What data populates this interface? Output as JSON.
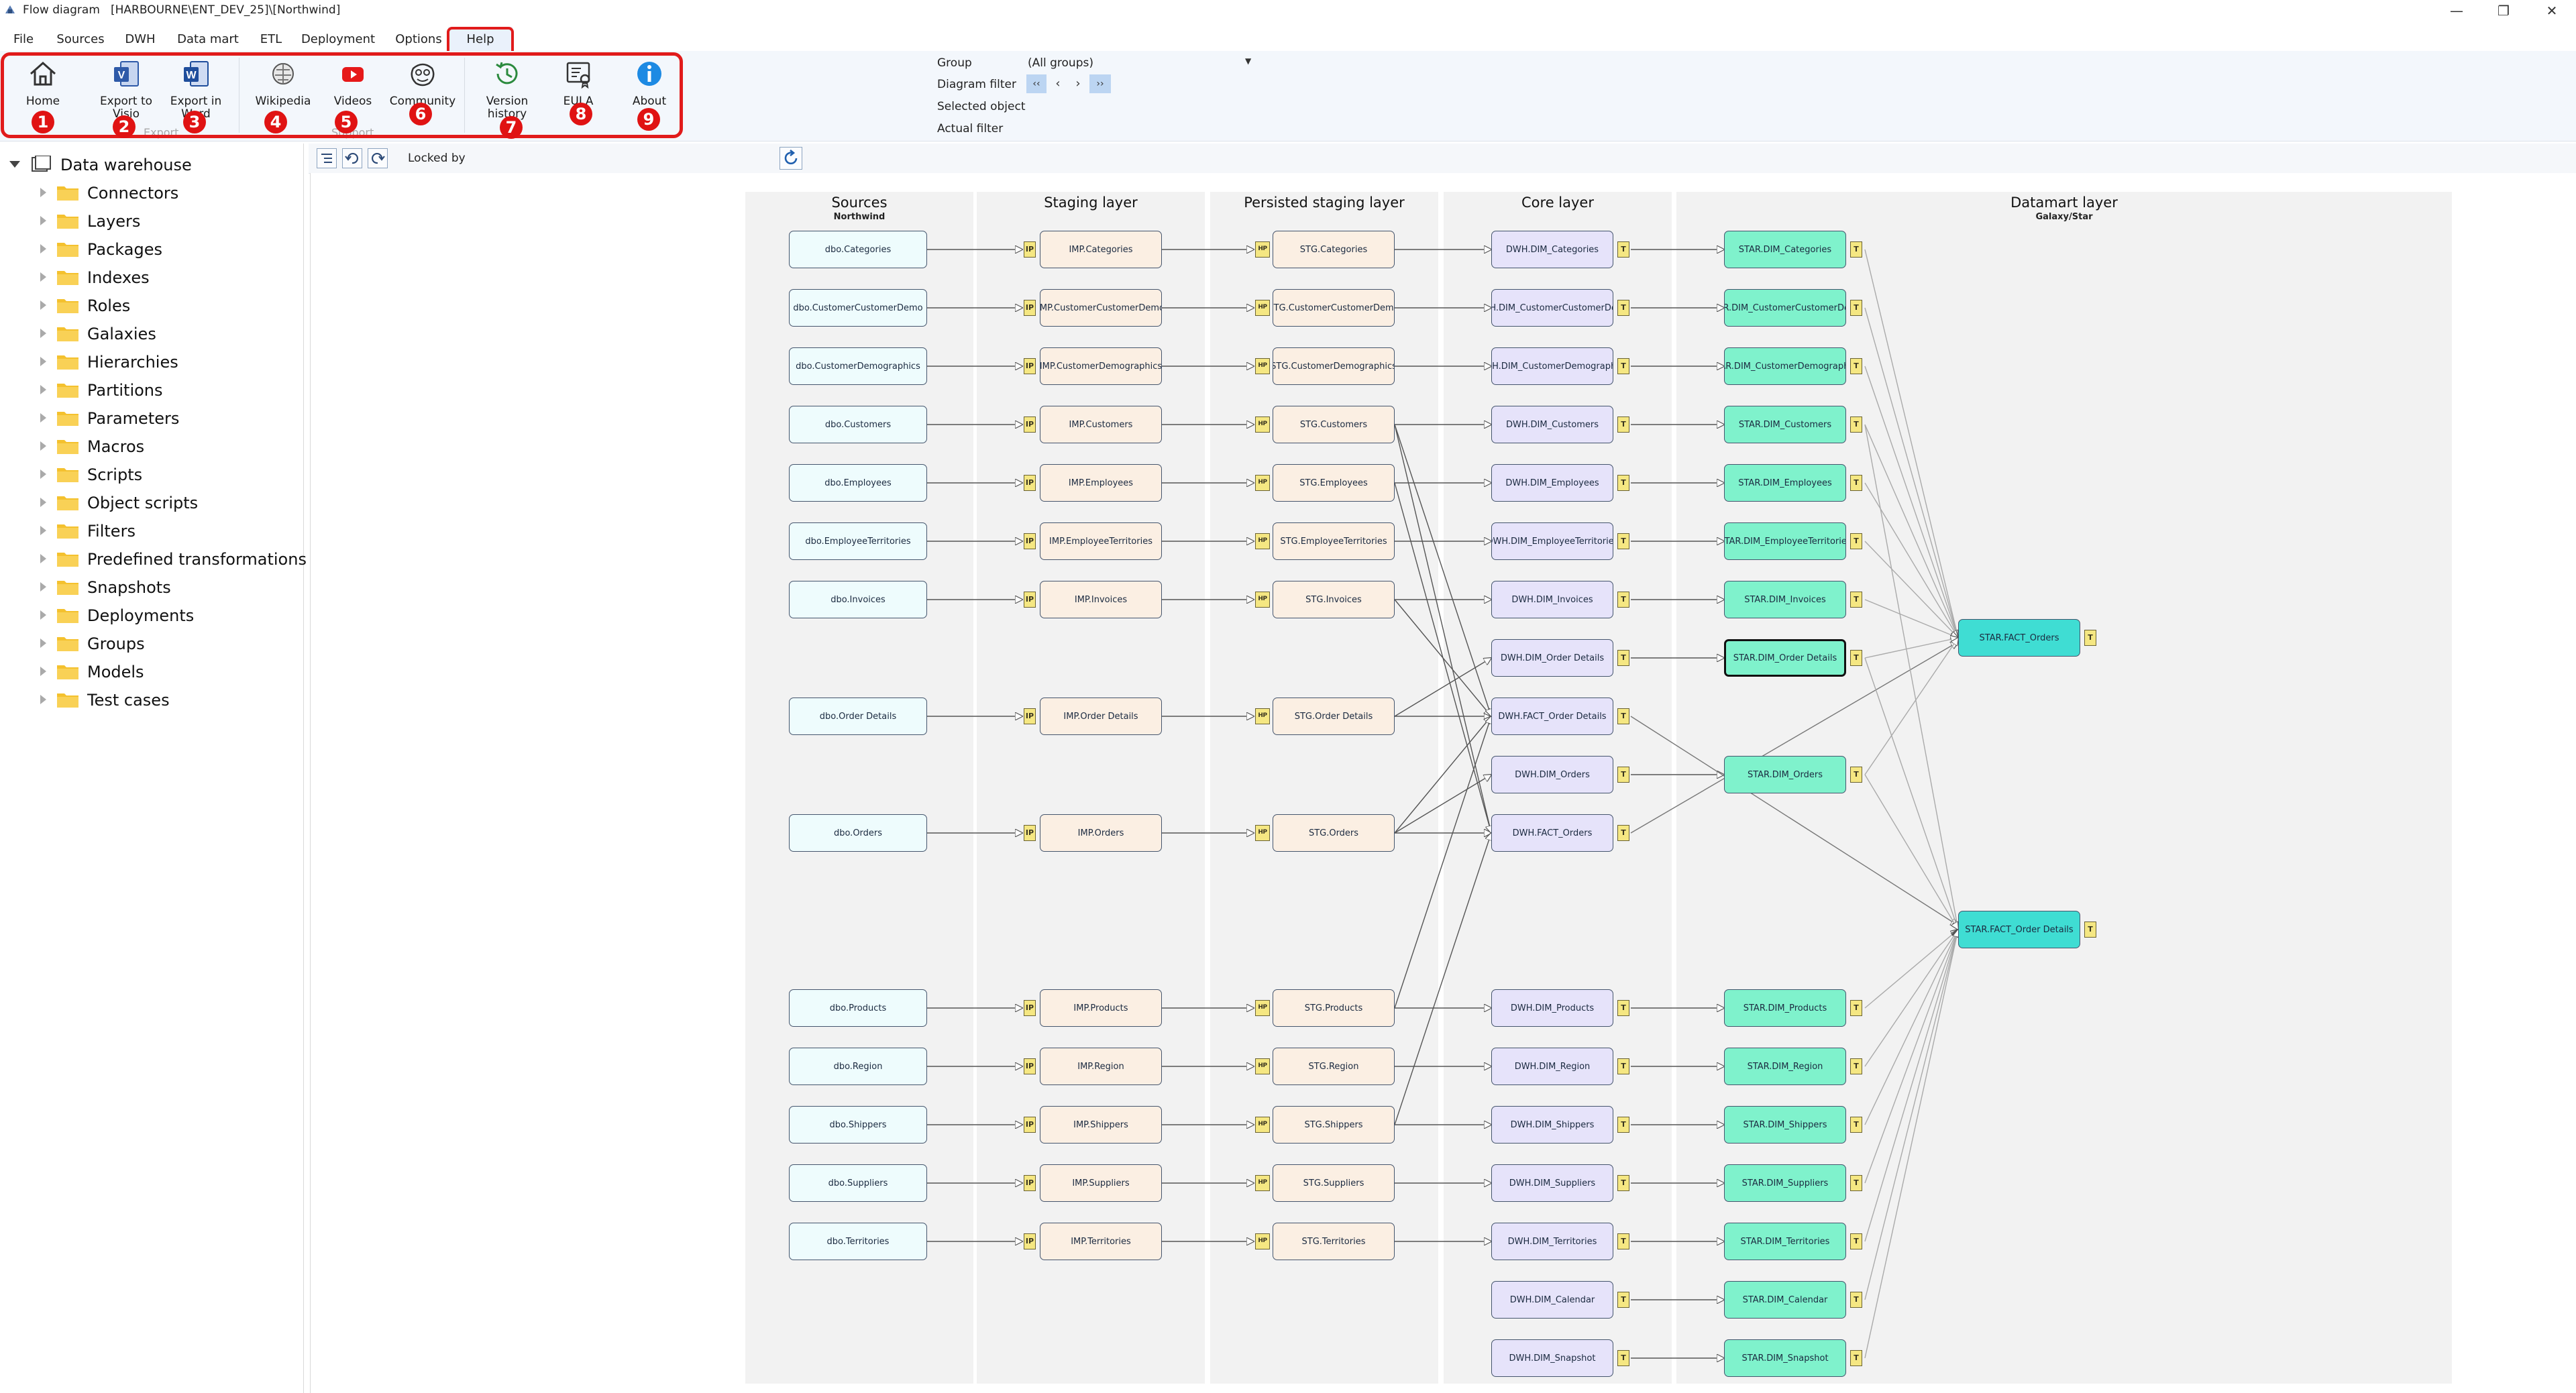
{
  "window": {
    "app_title": "Flow diagram",
    "path": "[HARBOURNE\\ENT_DEV_25]\\[Northwind]",
    "controls": [
      "—",
      "❐",
      "✕"
    ]
  },
  "menu": {
    "items": [
      "File",
      "Sources",
      "DWH",
      "Data mart",
      "ETL",
      "Deployment",
      "Options",
      "Help"
    ],
    "active": "Help"
  },
  "ribbon": {
    "buttons": [
      {
        "id": "home",
        "label": "Home",
        "badge": "1",
        "icon": "home-icon"
      },
      {
        "id": "export-visio",
        "label": "Export to Visio",
        "badge": "2",
        "icon": "visio-icon"
      },
      {
        "id": "export-word",
        "label": "Export in Word",
        "badge": "3",
        "icon": "word-icon"
      },
      {
        "id": "wikipedia",
        "label": "Wikipedia",
        "badge": "4",
        "icon": "wikipedia-icon"
      },
      {
        "id": "videos",
        "label": "Videos",
        "badge": "5",
        "icon": "youtube-icon"
      },
      {
        "id": "community",
        "label": "Community",
        "badge": "6",
        "icon": "community-icon"
      },
      {
        "id": "version-history",
        "label": "Version history",
        "badge": "7",
        "icon": "history-icon"
      },
      {
        "id": "eula",
        "label": "EULA",
        "badge": "8",
        "icon": "eula-icon"
      },
      {
        "id": "about",
        "label": "About",
        "badge": "9",
        "icon": "info-icon"
      }
    ],
    "groups": {
      "export": "Export",
      "support": "Support"
    },
    "filters": {
      "group_label": "Group",
      "group_value": "(All groups)",
      "diagram_filter_label": "Diagram filter",
      "selected_object_label": "Selected object",
      "actual_filter_label": "Actual filter",
      "nav_buttons": [
        "‹‹",
        "‹",
        "›",
        "››"
      ]
    }
  },
  "tree": {
    "root": "Data warehouse",
    "items": [
      "Connectors",
      "Layers",
      "Packages",
      "Indexes",
      "Roles",
      "Galaxies",
      "Hierarchies",
      "Partitions",
      "Parameters",
      "Macros",
      "Scripts",
      "Object scripts",
      "Filters",
      "Predefined transformations",
      "Snapshots",
      "Deployments",
      "Groups",
      "Models",
      "Test cases"
    ]
  },
  "toolbar": {
    "locked_by_label": "Locked by"
  },
  "diagram": {
    "lanes": [
      {
        "title": "Sources",
        "subtitle": "Northwind"
      },
      {
        "title": "Staging layer",
        "subtitle": ""
      },
      {
        "title": "Persisted staging layer",
        "subtitle": ""
      },
      {
        "title": "Core layer",
        "subtitle": ""
      },
      {
        "title": "Datamart layer",
        "subtitle": "Galaxy/Star"
      }
    ],
    "rows": [
      {
        "src": "dbo.Categories",
        "imp": "IMP.Categories",
        "stg": "STG.Categories",
        "core": "DWH.DIM_Categories",
        "dm": "STAR.DIM_Categories"
      },
      {
        "src": "dbo.CustomerCustomerDemo",
        "imp": "IMP.CustomerCustomerDemo",
        "stg": "STG.CustomerCustomerDemo",
        "core": "DWH.DIM_CustomerCustomerDemo",
        "dm": "STAR.DIM_CustomerCustomerDemo"
      },
      {
        "src": "dbo.CustomerDemographics",
        "imp": "IMP.CustomerDemographics",
        "stg": "STG.CustomerDemographics",
        "core": "DWH.DIM_CustomerDemographics",
        "dm": "STAR.DIM_CustomerDemographics"
      },
      {
        "src": "dbo.Customers",
        "imp": "IMP.Customers",
        "stg": "STG.Customers",
        "core": "DWH.DIM_Customers",
        "dm": "STAR.DIM_Customers"
      },
      {
        "src": "dbo.Employees",
        "imp": "IMP.Employees",
        "stg": "STG.Employees",
        "core": "DWH.DIM_Employees",
        "dm": "STAR.DIM_Employees"
      },
      {
        "src": "dbo.EmployeeTerritories",
        "imp": "IMP.EmployeeTerritories",
        "stg": "STG.EmployeeTerritories",
        "core": "DWH.DIM_EmployeeTerritories",
        "dm": "STAR.DIM_EmployeeTerritories"
      },
      {
        "src": "dbo.Invoices",
        "imp": "IMP.Invoices",
        "stg": "STG.Invoices",
        "core": "DWH.DIM_Invoices",
        "dm": "STAR.DIM_Invoices"
      },
      {
        "src": "",
        "imp": "",
        "stg": "",
        "core": "DWH.DIM_Order Details",
        "dm": "STAR.DIM_Order Details"
      },
      {
        "src": "dbo.Order Details",
        "imp": "IMP.Order Details",
        "stg": "STG.Order Details",
        "core": "DWH.FACT_Order Details",
        "dm": ""
      },
      {
        "src": "",
        "imp": "",
        "stg": "",
        "core": "DWH.DIM_Orders",
        "dm": "STAR.DIM_Orders"
      },
      {
        "src": "dbo.Orders",
        "imp": "IMP.Orders",
        "stg": "STG.Orders",
        "core": "DWH.FACT_Orders",
        "dm": ""
      },
      {
        "src": "dbo.Products",
        "imp": "IMP.Products",
        "stg": "STG.Products",
        "core": "DWH.DIM_Products",
        "dm": "STAR.DIM_Products"
      },
      {
        "src": "dbo.Region",
        "imp": "IMP.Region",
        "stg": "STG.Region",
        "core": "DWH.DIM_Region",
        "dm": "STAR.DIM_Region"
      },
      {
        "src": "dbo.Shippers",
        "imp": "IMP.Shippers",
        "stg": "STG.Shippers",
        "core": "DWH.DIM_Shippers",
        "dm": "STAR.DIM_Shippers"
      },
      {
        "src": "dbo.Suppliers",
        "imp": "IMP.Suppliers",
        "stg": "STG.Suppliers",
        "core": "DWH.DIM_Suppliers",
        "dm": "STAR.DIM_Suppliers"
      },
      {
        "src": "dbo.Territories",
        "imp": "IMP.Territories",
        "stg": "STG.Territories",
        "core": "DWH.DIM_Territories",
        "dm": "STAR.DIM_Territories"
      },
      {
        "src": "",
        "imp": "",
        "stg": "",
        "core": "DWH.DIM_Calendar",
        "dm": "STAR.DIM_Calendar"
      },
      {
        "src": "",
        "imp": "",
        "stg": "",
        "core": "DWH.DIM_Snapshot",
        "dm": "STAR.DIM_Snapshot"
      }
    ],
    "facts": [
      {
        "name": "STAR.FACT_Orders"
      },
      {
        "name": "STAR.FACT_Order Details"
      }
    ],
    "selected": "STAR.DIM_Order Details",
    "tags": {
      "imp": "IP",
      "stg": "HP",
      "core": "T",
      "dm": "T",
      "fact": "T"
    },
    "colors": {
      "source": "#eefcfd",
      "staging": "#fbefe3",
      "core": "#e6e3fa",
      "datamart": "#7ff2cc",
      "fact": "#3fddd3",
      "highlight": "#e11b1b"
    }
  }
}
